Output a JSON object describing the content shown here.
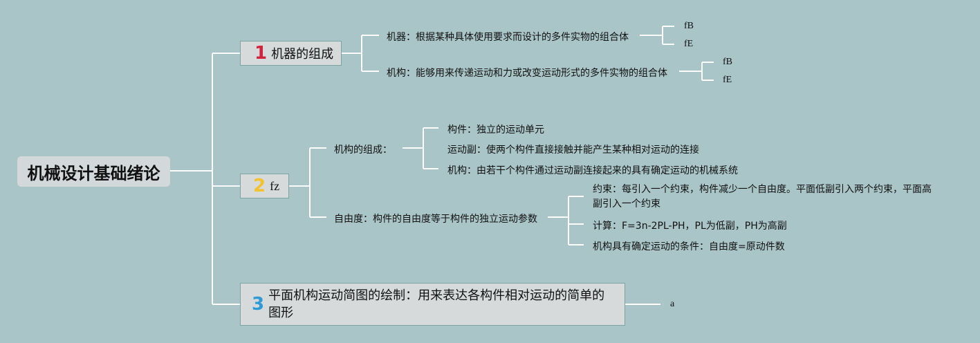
{
  "root": {
    "title": "机械设计基础绪论"
  },
  "topics": [
    {
      "number": "1",
      "label": "机器的组成",
      "children": [
        {
          "label": "机器：根据某种具体使用要求而设计的多件实物的组合体",
          "tags": [
            "fB",
            "fE"
          ]
        },
        {
          "label": "机构：能够用来传递运动和力或改变运动形式的多件实物的组合体",
          "tags": [
            "fB",
            "fE"
          ]
        }
      ]
    },
    {
      "number": "2",
      "label": "fz",
      "children": [
        {
          "label": "机构的组成：",
          "children": [
            "构件：独立的运动单元",
            "运动副：使两个构件直接接触并能产生某种相对运动的连接",
            "机构：由若干个构件通过运动副连接起来的具有确定运动的机械系统"
          ]
        },
        {
          "label": "自由度：构件的自由度等于构件的独立运动参数",
          "children": [
            "约束：每引入一个约束，构件减少一个自由度。平面低副引入两个约束，平面高副引入一个约束",
            "计算：F=3n-2PL-PH，PL为低副，PH为高副",
            "机构具有确定运动的条件：自由度=原动件数"
          ]
        }
      ]
    },
    {
      "number": "3",
      "label": "平面机构运动简图的绘制：用来表达各构件相对运动的简单的图形",
      "children": [
        "a"
      ]
    }
  ],
  "colors": {
    "background": "#a9c5c7",
    "line": "#ffffff",
    "topic1": "#d0233e",
    "topic2": "#f2c230",
    "topic3": "#2f9bd6"
  }
}
